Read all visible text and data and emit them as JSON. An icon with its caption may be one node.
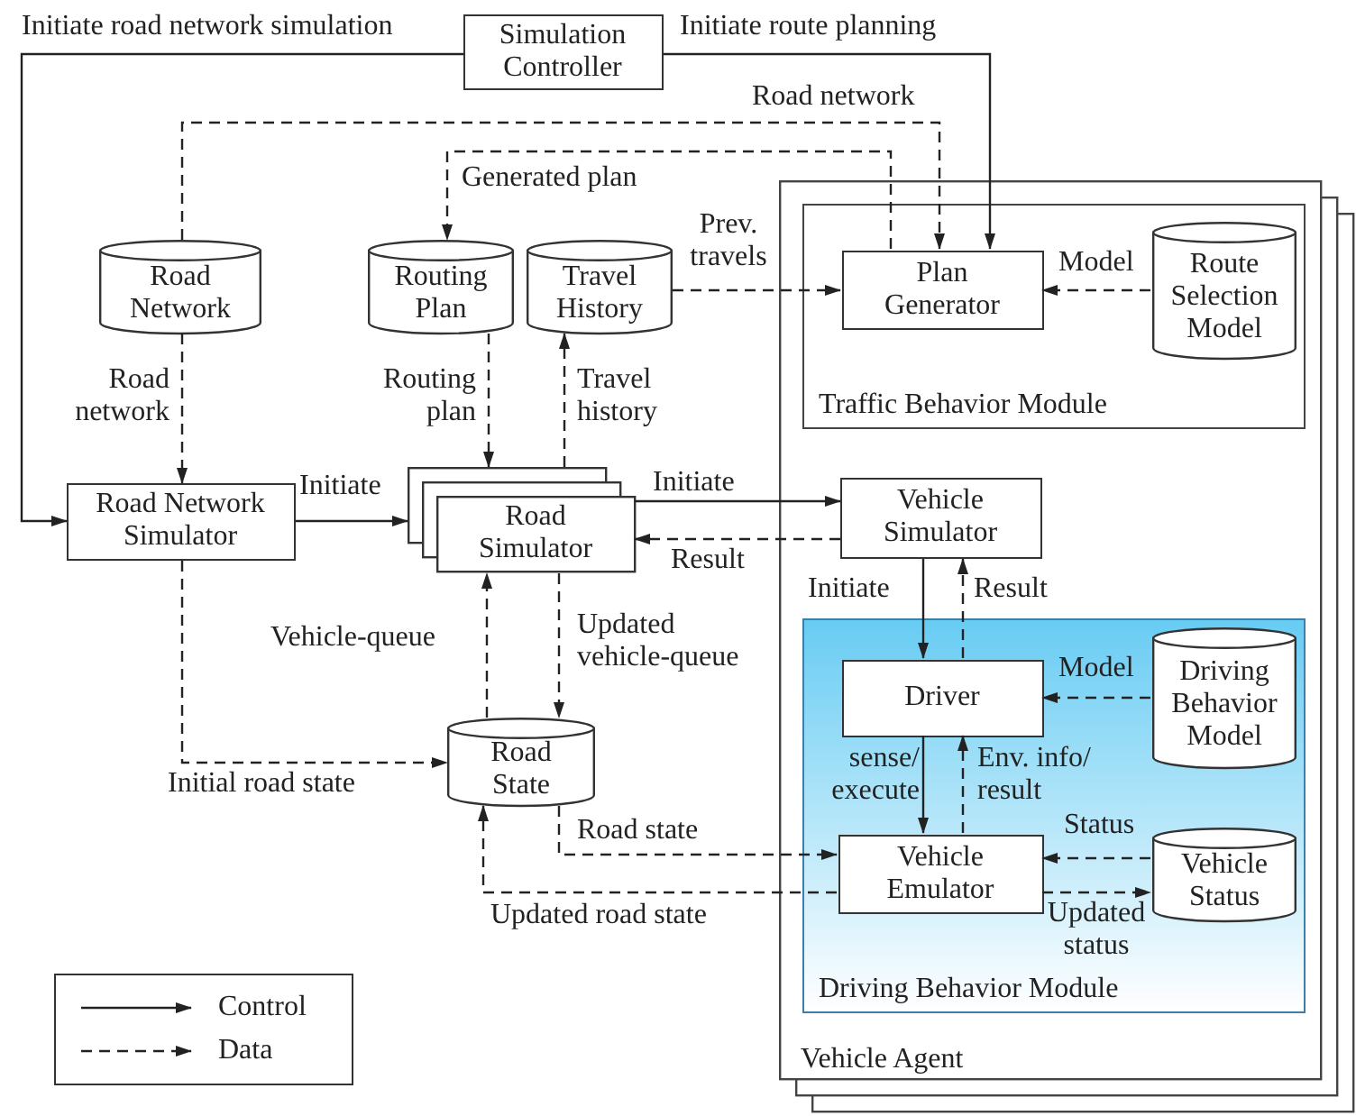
{
  "diagram": {
    "nodes": [
      {
        "text": [
          "Simulation Controller"
        ]
      },
      {
        "text": [
          "Road Network"
        ]
      },
      {
        "text": [
          "Routing Plan"
        ]
      },
      {
        "text": [
          "Travel History"
        ]
      },
      {
        "text": [
          "Vehicle Agent"
        ]
      },
      {
        "text": [
          "Traffic Behavior Module"
        ],
        "in": 4
      },
      {
        "text": [
          "Plan Generator"
        ],
        "in": 5
      },
      {
        "text": [
          "Route Selection Model"
        ],
        "in": 5
      },
      {
        "text": [
          "Road Network Simulator"
        ]
      },
      {
        "text": [
          "Road Simulator"
        ]
      },
      {
        "text": [
          "Vehicle Simulator"
        ],
        "in": 4
      },
      {
        "text": [
          "Driving Behavior Module"
        ],
        "in": 4
      },
      {
        "text": [
          "Driver"
        ],
        "in": 11
      },
      {
        "text": [
          "Driving Behavior Model"
        ],
        "in": 11
      },
      {
        "text": [
          "Road State"
        ]
      },
      {
        "text": [
          "Vehicle Emulator"
        ],
        "in": 11
      },
      {
        "text": [
          "Vehicle Status"
        ],
        "in": 11
      }
    ],
    "edges": [
      {
        "from": 0,
        "to": 8,
        "arrow": "to",
        "label": "Initiate road network simulation"
      },
      {
        "from": 0,
        "to": 6,
        "arrow": "to",
        "label": "Initiate route planning"
      },
      {
        "from": 1,
        "to": 6,
        "arrow": "to",
        "label": "Road network",
        "style": "dashed"
      },
      {
        "from": 6,
        "to": 2,
        "arrow": "to",
        "label": "Generated plan",
        "style": "dashed"
      },
      {
        "from": 3,
        "to": 6,
        "arrow": "to",
        "label": "Prev. travels",
        "style": "dashed"
      },
      {
        "from": 7,
        "to": 6,
        "arrow": "to",
        "label": "Model",
        "style": "dashed"
      },
      {
        "from": 1,
        "to": 8,
        "arrow": "to",
        "label": "Road network",
        "style": "dashed"
      },
      {
        "from": 2,
        "to": 9,
        "arrow": "to",
        "label": "Routing plan",
        "style": "dashed"
      },
      {
        "from": 9,
        "to": 3,
        "arrow": "to",
        "label": "Travel history",
        "style": "dashed"
      },
      {
        "from": 8,
        "to": 9,
        "arrow": "to",
        "label": "Initiate"
      },
      {
        "from": 9,
        "to": 10,
        "arrow": "to",
        "label": "Initiate"
      },
      {
        "from": 10,
        "to": 9,
        "arrow": "to",
        "label": "Result",
        "style": "dashed"
      },
      {
        "from": 14,
        "to": 9,
        "arrow": "to",
        "label": "Vehicle-queue",
        "style": "dashed"
      },
      {
        "from": 9,
        "to": 14,
        "arrow": "to",
        "label": "Updated vehicle-queue",
        "style": "dashed"
      },
      {
        "from": 8,
        "to": 14,
        "arrow": "to",
        "label": "Initial road state",
        "style": "dashed"
      },
      {
        "from": 10,
        "to": 12,
        "arrow": "to",
        "label": "Initiate"
      },
      {
        "from": 12,
        "to": 10,
        "arrow": "to",
        "label": "Result",
        "style": "dashed"
      },
      {
        "from": 13,
        "to": 12,
        "arrow": "to",
        "label": "Model",
        "style": "dashed"
      },
      {
        "from": 12,
        "to": 15,
        "arrow": "to",
        "label": "sense/ execute"
      },
      {
        "from": 15,
        "to": 12,
        "arrow": "to",
        "label": "Env. info/ result",
        "style": "dashed"
      },
      {
        "from": 14,
        "to": 15,
        "arrow": "to",
        "label": "Road state",
        "style": "dashed"
      },
      {
        "from": 15,
        "to": 14,
        "arrow": "to",
        "label": "Updated road state",
        "style": "dashed"
      },
      {
        "from": 16,
        "to": 15,
        "arrow": "to",
        "label": "Status",
        "style": "dashed"
      },
      {
        "from": 15,
        "to": 16,
        "arrow": "to",
        "label": "Updated status",
        "style": "dashed"
      }
    ],
    "legend": [
      {
        "text": "Control"
      },
      {
        "text": "Data"
      }
    ]
  }
}
